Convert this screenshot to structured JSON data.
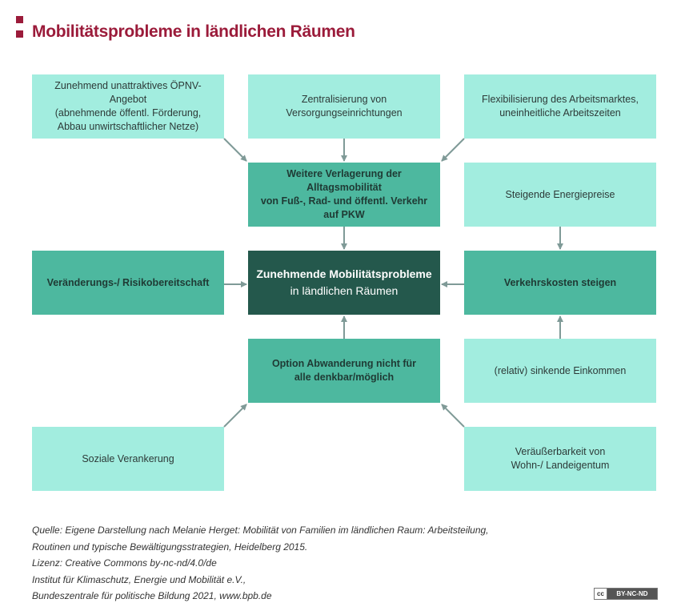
{
  "title": "Mobilitätsprobleme in ländlichen Räumen",
  "boxes": {
    "oepnv": [
      "Zunehmend unattraktives ÖPNV-Angebot",
      "(abnehmende öffentl. Förderung,",
      "Abbau unwirtschaftlicher Netze)"
    ],
    "zentral": [
      "Zentralisierung von",
      "Versorgungseinrichtungen"
    ],
    "flex": [
      "Flexibilisierung des Arbeitsmarktes,",
      "uneinheitliche Arbeitszeiten"
    ],
    "verlagerung": [
      "Weitere Verlagerung der Alltagsmobilität",
      "von Fuß-, Rad- und öffentl. Verkehr",
      "auf PKW"
    ],
    "energie": [
      "Steigende Energiepreise"
    ],
    "risiko": [
      "Veränderungs-/ Risikobereitschaft"
    ],
    "center": [
      "Zunehmende Mobilitätsprobleme",
      "in ländlichen Räumen"
    ],
    "kosten": [
      "Verkehrskosten steigen"
    ],
    "abwanderung": [
      "Option Abwanderung nicht für",
      "alle denkbar/möglich"
    ],
    "einkommen": [
      "(relativ) sinkende Einkommen"
    ],
    "sozial": [
      "Soziale Verankerung"
    ],
    "eigentum": [
      "Veräußerbarkeit von",
      "Wohn-/ Landeigentum"
    ]
  },
  "source": [
    "Quelle: Eigene Darstellung nach Melanie Herget: Mobilität von Familien im ländlichen Raum: Arbeitsteilung,",
    "Routinen und typische Bewältigungsstrategien, Heidelberg 2015.",
    "Lizenz: Creative Commons by-nc-nd/4.0/de",
    "Institut für Klimaschutz, Energie und Mobilität e.V.,",
    "Bundeszentrale für politische Bildung 2021, www.bpb.de"
  ],
  "license_badge": {
    "cc": "cc",
    "text": "BY-NC-ND"
  },
  "colors": {
    "title": "#9b1b3a",
    "light": "#a2eddf",
    "mid": "#4db89f",
    "dark": "#24584c",
    "arrow": "#7f9a97"
  }
}
